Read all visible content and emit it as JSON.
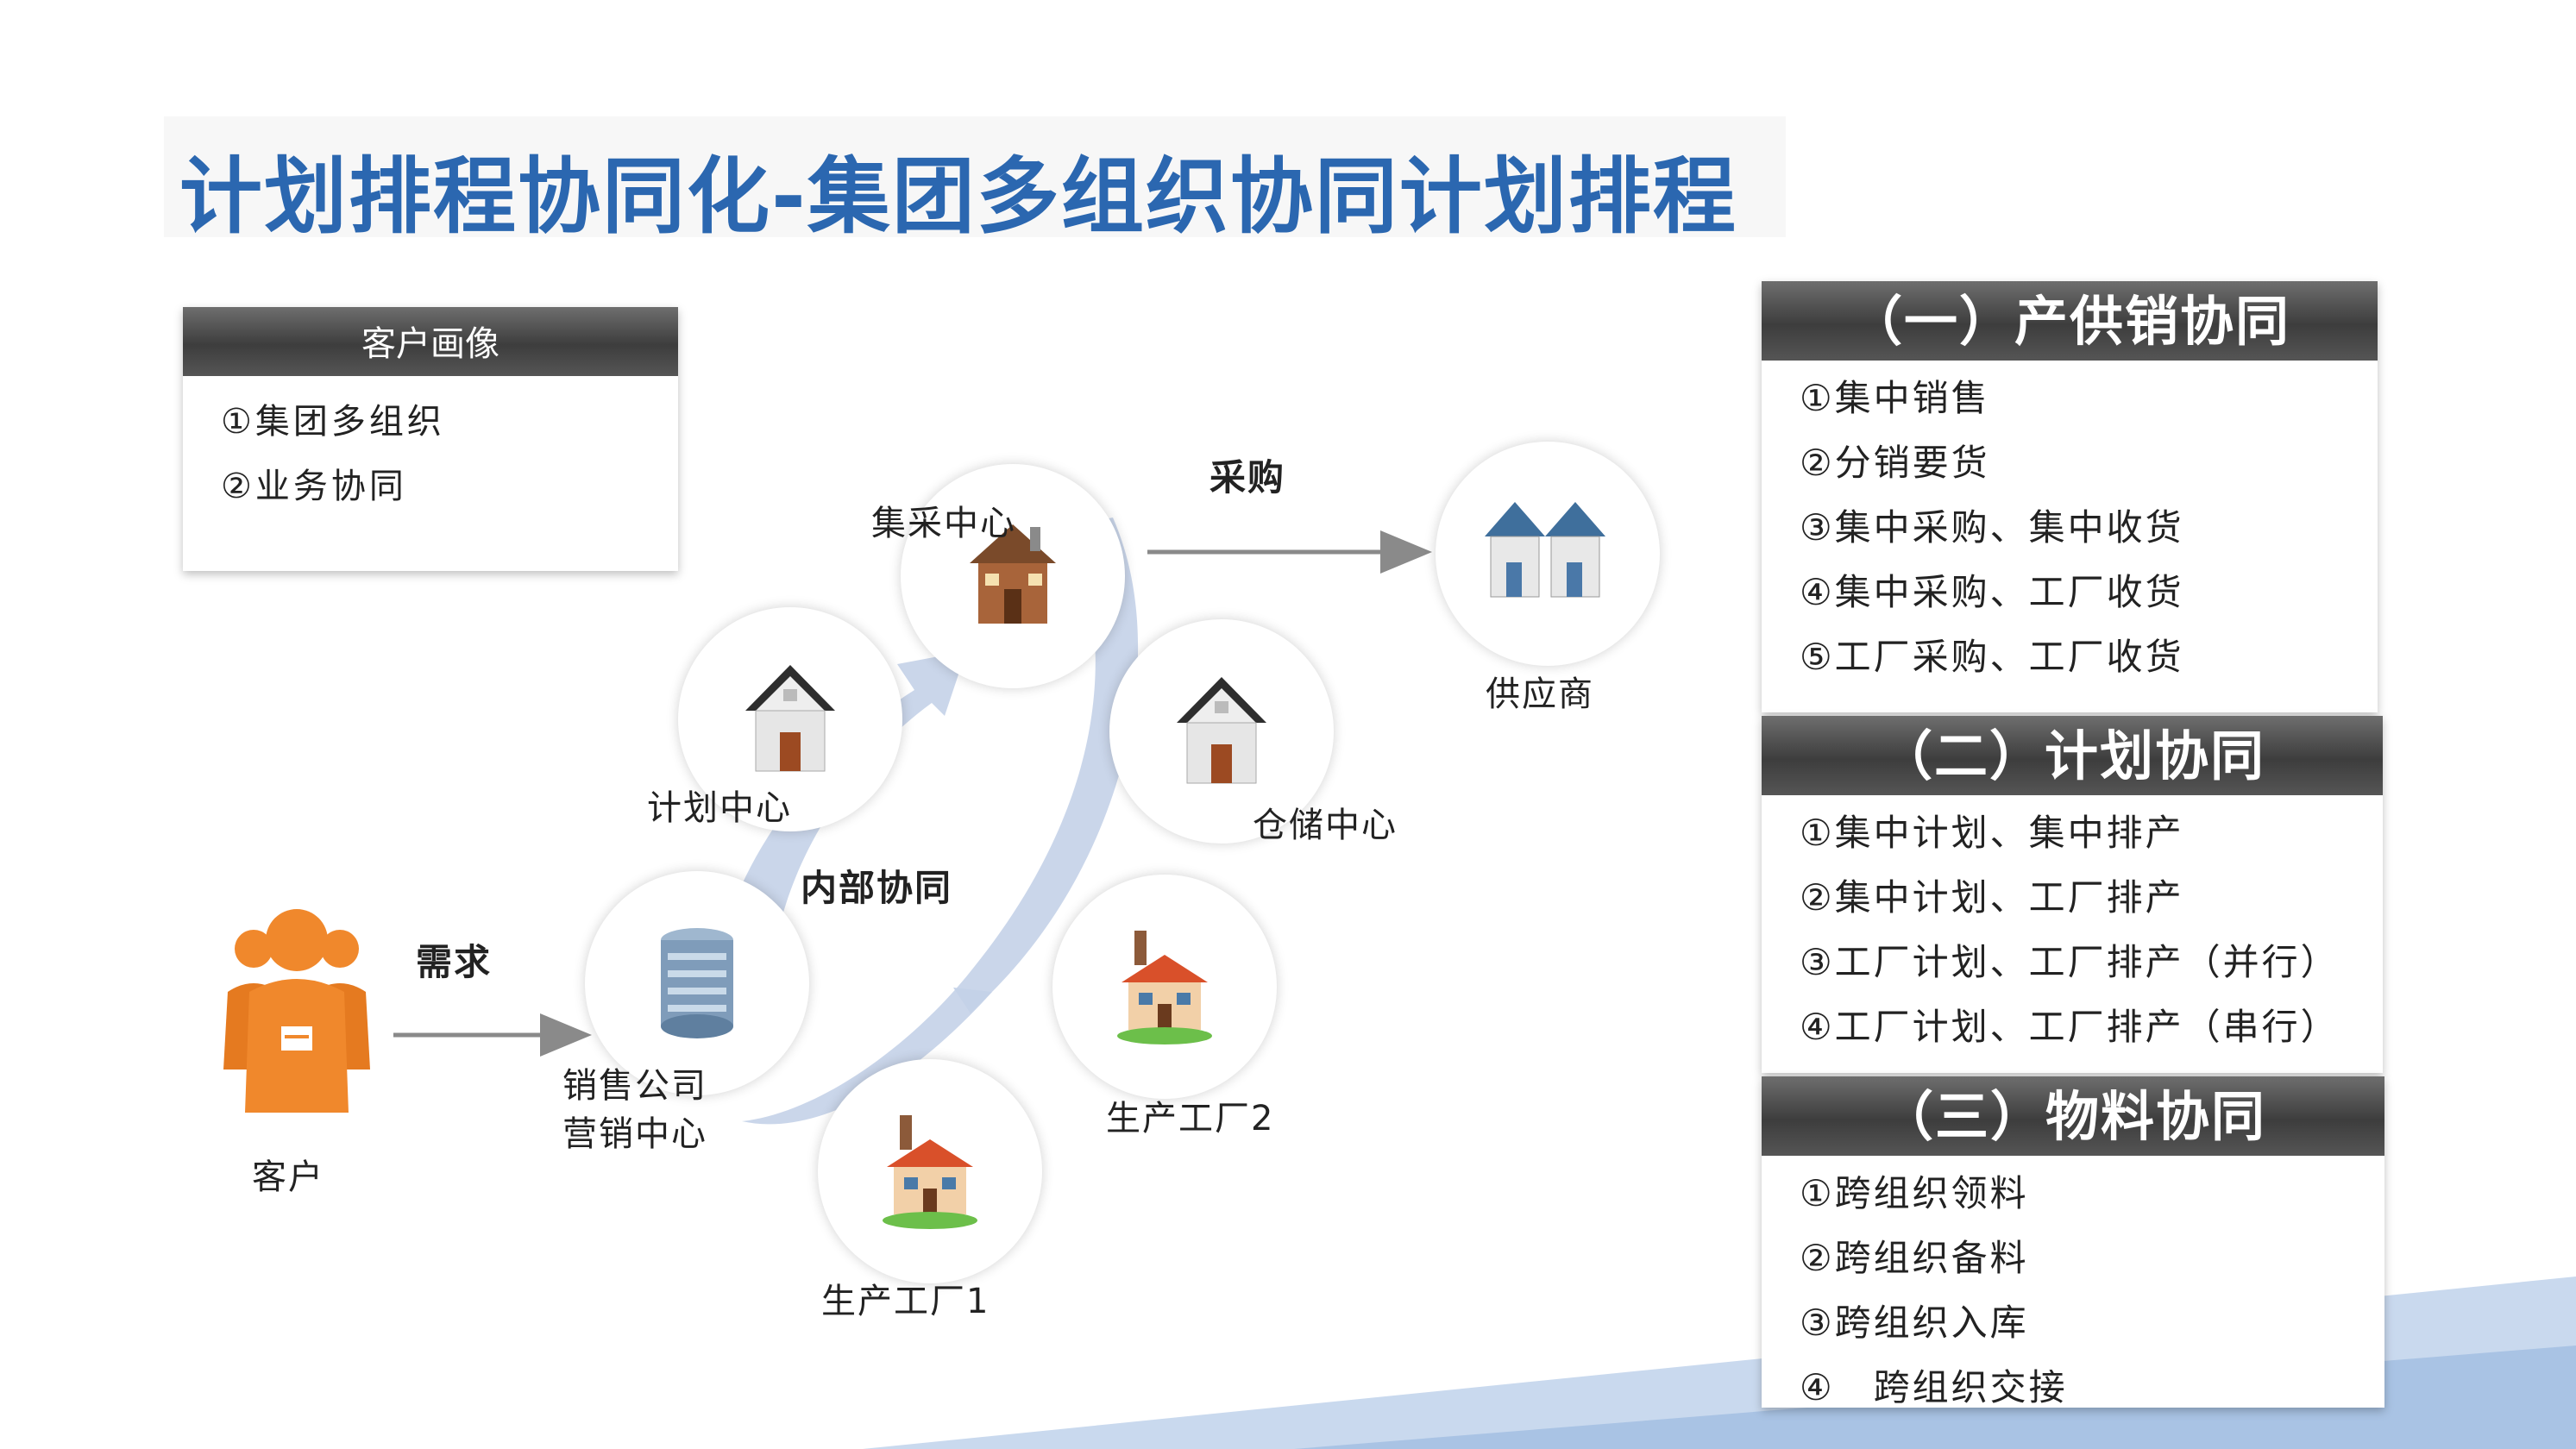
{
  "title": "计划排程协同化-集团多组织协同计划排程",
  "customer_profile": {
    "header": "客户画像",
    "items": [
      "①集团多组织",
      "②业务协同"
    ]
  },
  "diagram": {
    "labels": {
      "purchase": "采购",
      "demand": "需求",
      "internal": "内部协同",
      "jicai": "集采中心",
      "supplier": "供应商",
      "plan": "计划中心",
      "warehouse": "仓储中心",
      "sales_line1": "销售公司",
      "sales_line2": "营销中心",
      "factory1": "生产工厂1",
      "factory2": "生产工厂2",
      "customer": "客户"
    },
    "icons": {
      "jicai": "brick-house-icon",
      "supplier": "twin-houses-icon",
      "plan": "house-icon",
      "warehouse": "house-icon",
      "sales": "office-building-icon",
      "factory1": "factory-icon",
      "factory2": "factory-icon",
      "customer": "people-group-icon"
    },
    "colors": {
      "arrow": "#8a8a8a",
      "swirl": "#bccbe3",
      "customer": "#f0882c"
    }
  },
  "right_panels": [
    {
      "header": "（一）产供销协同",
      "items": [
        "①集中销售",
        "②分销要货",
        "③集中采购、集中收货",
        "④集中采购、工厂收货",
        "⑤工厂采购、工厂收货"
      ]
    },
    {
      "header": "（二）计划协同",
      "items": [
        "①集中计划、集中排产",
        "②集中计划、工厂排产",
        "③工厂计划、工厂排产（并行）",
        "④工厂计划、工厂排产（串行）"
      ]
    },
    {
      "header": "（三）物料协同",
      "items": [
        "①跨组织领料",
        "②跨组织备料",
        "③跨组织入库",
        "④　跨组织交接"
      ]
    }
  ],
  "theme": {
    "title_color": "#2b67b0",
    "header_dark": "#4a4a4a",
    "stripe_color": "#b8cde8"
  }
}
